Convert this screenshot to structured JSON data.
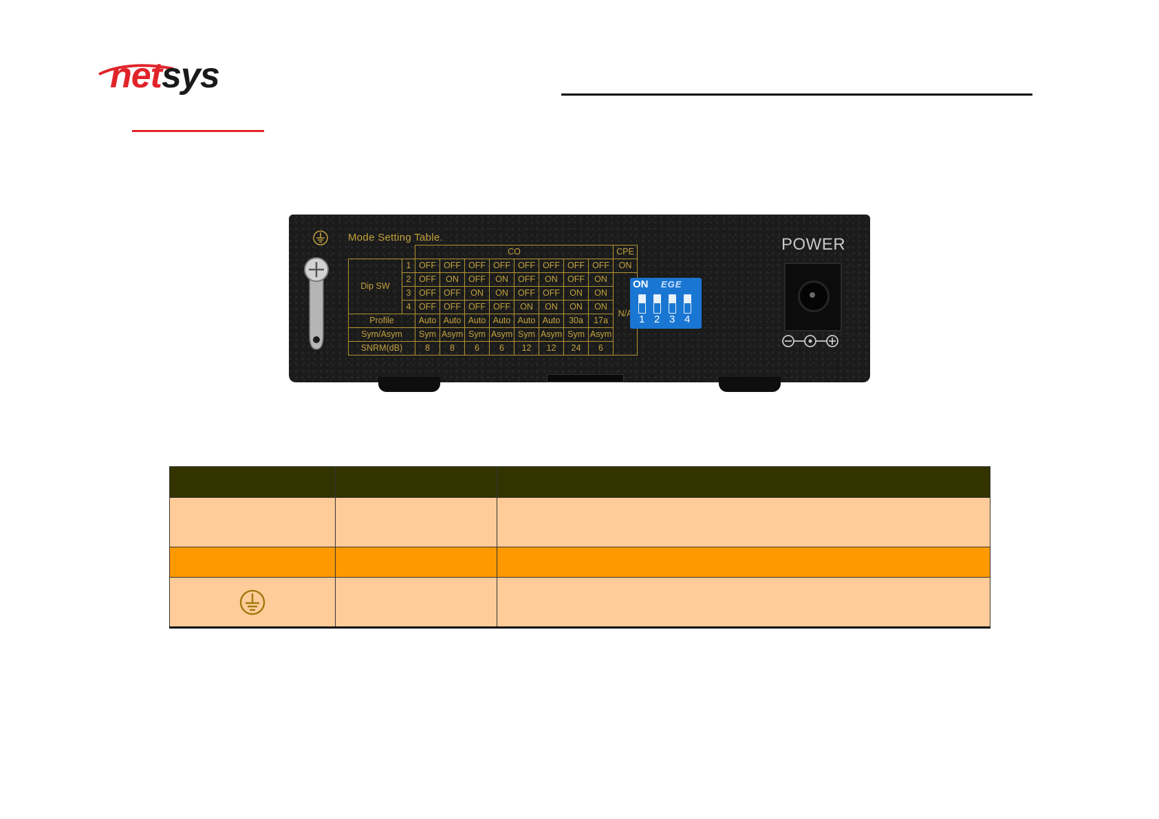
{
  "logo": {
    "part1": "net",
    "part2": "sys"
  },
  "device": {
    "table_title": "Mode Setting Table.",
    "col_group_co": "CO",
    "col_group_cpe": "CPE",
    "dip_label": "Dip SW",
    "switch_rows": [
      {
        "num": "1",
        "co": [
          "OFF",
          "OFF",
          "OFF",
          "OFF",
          "OFF",
          "OFF",
          "OFF",
          "OFF"
        ],
        "cpe": "ON"
      },
      {
        "num": "2",
        "co": [
          "OFF",
          "ON",
          "OFF",
          "ON",
          "OFF",
          "ON",
          "OFF",
          "ON"
        ]
      },
      {
        "num": "3",
        "co": [
          "OFF",
          "OFF",
          "ON",
          "ON",
          "OFF",
          "OFF",
          "ON",
          "ON"
        ]
      },
      {
        "num": "4",
        "co": [
          "OFF",
          "OFF",
          "OFF",
          "OFF",
          "ON",
          "ON",
          "ON",
          "ON"
        ]
      }
    ],
    "na_label": "N/A",
    "profile": {
      "label": "Profile",
      "values": [
        "Auto",
        "Auto",
        "Auto",
        "Auto",
        "Auto",
        "Auto",
        "30a",
        "17a"
      ]
    },
    "sym": {
      "label": "Sym/Asym",
      "values": [
        "Sym",
        "Asym",
        "Sym",
        "Asym",
        "Sym",
        "Asym",
        "Sym",
        "Asym"
      ]
    },
    "snrm": {
      "label": "SNRM(dB)",
      "values": [
        "8",
        "8",
        "6",
        "6",
        "12",
        "12",
        "24",
        "6"
      ]
    },
    "dip_switch": {
      "on_label": "ON",
      "brand": "EGE",
      "numbers": [
        "1",
        "2",
        "3",
        "4"
      ]
    },
    "power_label": "POWER"
  },
  "colors": {
    "brand_red": "#e0242a",
    "table_header": "#333300",
    "row_light": "#ffcc99",
    "row_orange": "#ff9900"
  }
}
